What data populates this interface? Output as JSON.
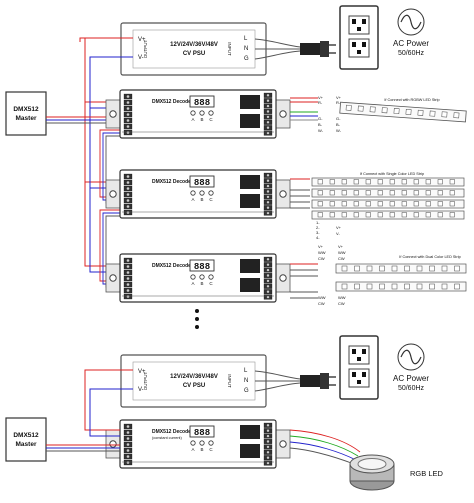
{
  "psu_top": {
    "title_line1": "12V/24V/36V/48V",
    "title_line2": "CV PSU",
    "output_label": "OUTPUT",
    "input_label": "INPUT",
    "pins_out": [
      "V+",
      "V-"
    ],
    "pins_in": [
      "L",
      "N",
      "G"
    ]
  },
  "psu_bottom": {
    "title_line1": "12V/24V/36V/48V",
    "title_line2": "CV PSU",
    "output_label": "OUTPUT",
    "input_label": "INPUT",
    "pins_out": [
      "V+",
      "V-"
    ],
    "pins_in": [
      "L",
      "N",
      "G"
    ]
  },
  "ac_power_top": {
    "line1": "AC Power",
    "line2": "50/60Hz"
  },
  "ac_power_bottom": {
    "line1": "AC Power",
    "line2": "50/60Hz"
  },
  "master_top": {
    "line1": "DMX512",
    "line2": "Master"
  },
  "master_bottom": {
    "line1": "DMX512",
    "line2": "Master"
  },
  "decoders": [
    {
      "label": "DMX512 Decoder",
      "sublabel": "",
      "display": "888",
      "buttons": [
        "A",
        "B",
        "C"
      ]
    },
    {
      "label": "DMX512 Decoder",
      "sublabel": "",
      "display": "888",
      "buttons": [
        "A",
        "B",
        "C"
      ]
    },
    {
      "label": "DMX512 Decoder",
      "sublabel": "",
      "display": "888",
      "buttons": [
        "A",
        "B",
        "C"
      ]
    },
    {
      "label": "DMX512 Decoder",
      "sublabel": "(constant current)",
      "display": "888",
      "buttons": [
        "A",
        "B",
        "C"
      ]
    }
  ],
  "strips": {
    "rgbw": {
      "caption": "If Connect with RGBW LED Strip",
      "pins_top": [
        "V+",
        "R-"
      ],
      "pins_bottom": [
        "G-",
        "B-",
        "W-"
      ],
      "pins_top_strip": [
        "V+",
        "R-"
      ],
      "pins_bottom_strip": [
        "G-",
        "B-",
        "W-"
      ]
    },
    "single": {
      "caption": "If Connect with Single Color LED Strip",
      "pins_left": [
        "1-",
        "2-",
        "3-",
        "4-"
      ],
      "pins_right": [
        "V+",
        "V-"
      ]
    },
    "dual": {
      "caption": "If Connect with Dual Color LED Strip",
      "pins_top": [
        "V+",
        "WW",
        "CW"
      ],
      "pins_top_strip": [
        "V+",
        "WW",
        "CW"
      ],
      "pins_bottom": [
        "WW",
        "CW"
      ],
      "pins_bottom_strip": [
        "WW",
        "CW"
      ]
    }
  },
  "rgb_led_label": "RGB LED",
  "ellipsis": "• • •"
}
